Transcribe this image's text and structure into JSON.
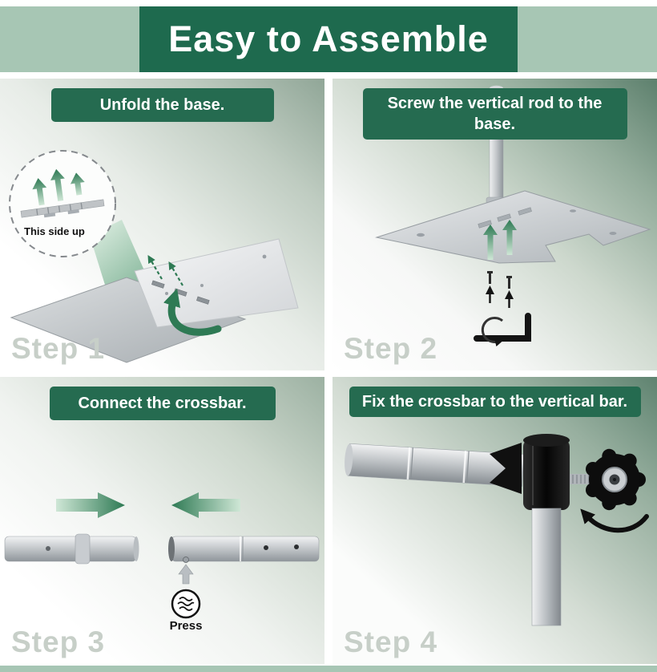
{
  "banner": {
    "title": "Easy to Assemble"
  },
  "steps": [
    {
      "label": "Step 1",
      "instruction": "Unfold the base.",
      "annotation": "This side up"
    },
    {
      "label": "Step 2",
      "instruction": "Screw the vertical rod to the base."
    },
    {
      "label": "Step 3",
      "instruction": "Connect the crossbar.",
      "annotation": "Press"
    },
    {
      "label": "Step 4",
      "instruction": "Fix the crossbar to the vertical bar."
    }
  ],
  "icons": {
    "step1": [
      "dashed-circle-inset",
      "up-arrows-icon",
      "unfold-curved-arrow-icon"
    ],
    "step2": [
      "up-arrows-icon",
      "screws-icon",
      "allen-key-icon"
    ],
    "step3": [
      "connect-arrows-icon",
      "press-button-icon"
    ],
    "step4": [
      "clamp-icon",
      "star-knob-icon",
      "rotate-arrow-icon"
    ]
  },
  "colors": {
    "banner_dark_green": "#1e6a4e",
    "banner_light_green": "#a7c6b4",
    "header_green": "#256b50",
    "arrow_green": "#2f7b55",
    "step_label_gray": "#c7cfc8"
  }
}
